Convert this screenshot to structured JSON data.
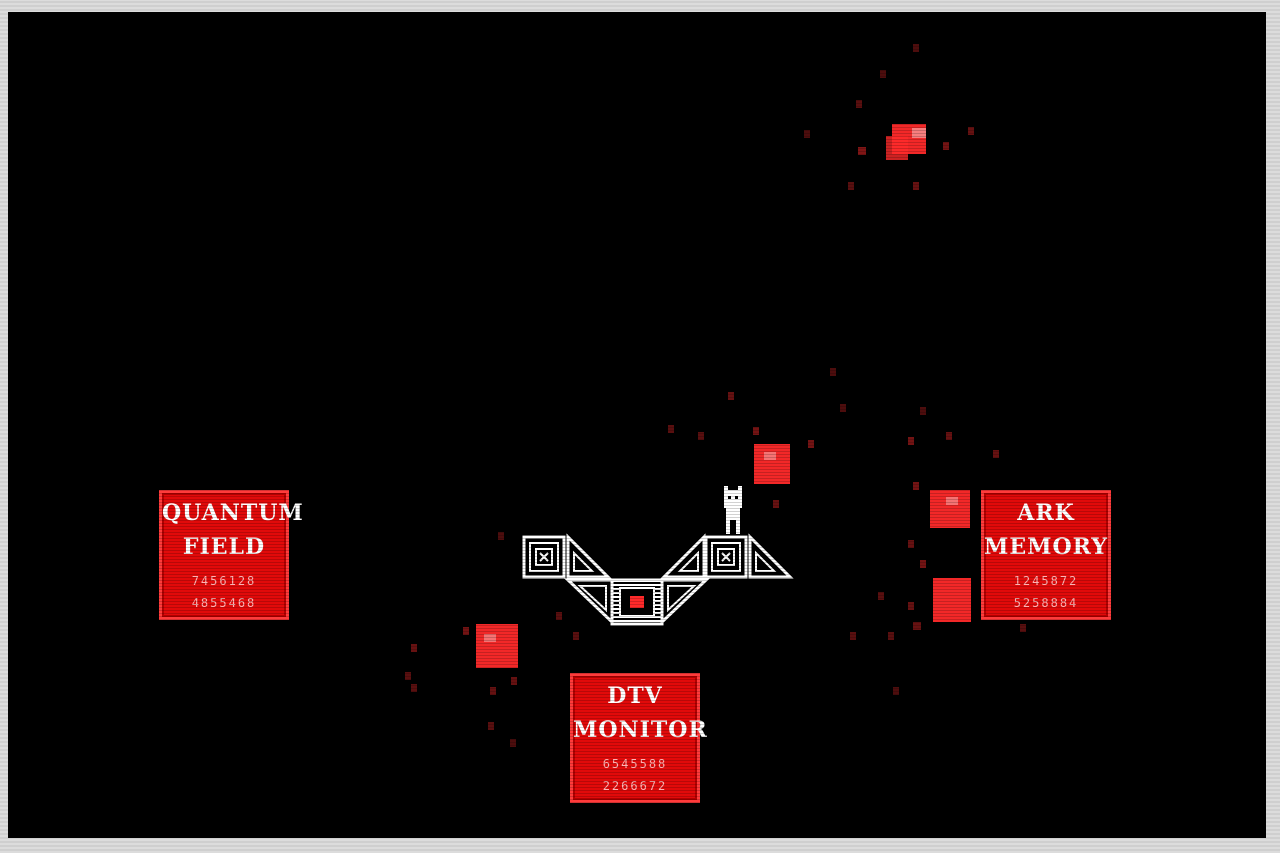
{
  "panels": {
    "quantum": {
      "line1": "QUANTUM",
      "line2": "FIELD",
      "code1": "7456128",
      "code2": "4855468"
    },
    "ark": {
      "line1": "ARK",
      "line2": "MEMORY",
      "code1": "1245872",
      "code2": "5258884"
    },
    "dtv": {
      "line1": "DTV",
      "line2": "MONITOR",
      "code1": "6545588",
      "code2": "2266672"
    }
  },
  "colors": {
    "accent": "#e10a0a",
    "glitch": "#ff2a2a",
    "structure": "#ffffff",
    "background": "#000000"
  }
}
